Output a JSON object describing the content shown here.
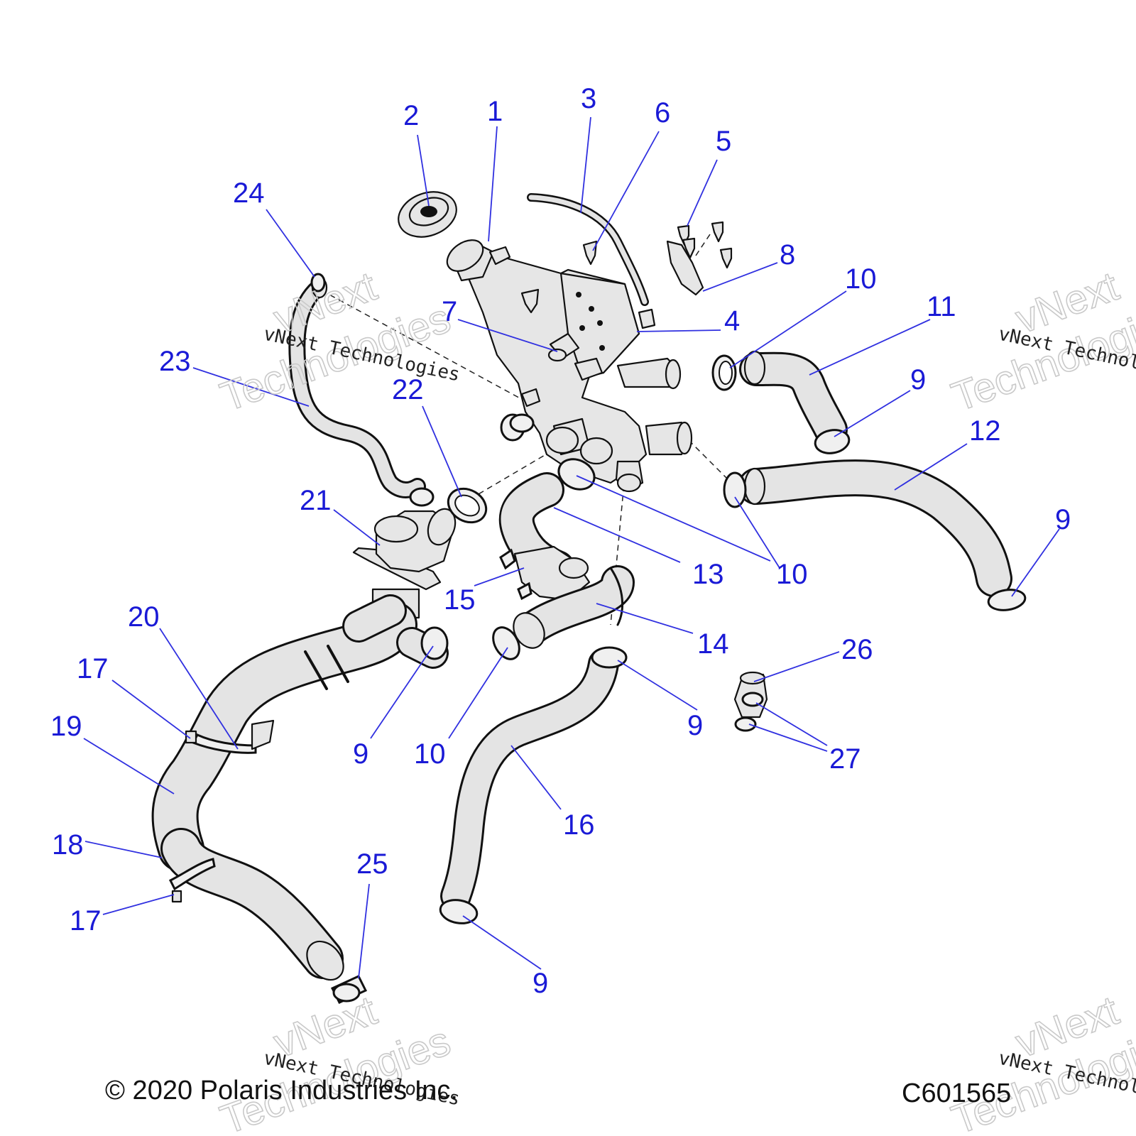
{
  "callouts": {
    "c1": "1",
    "c2": "2",
    "c3": "3",
    "c4": "4",
    "c5": "5",
    "c6": "6",
    "c7": "7",
    "c8": "8",
    "c9a": "9",
    "c9b": "9",
    "c9c": "9",
    "c9d": "9",
    "c9e": "9",
    "c10a": "10",
    "c10b": "10",
    "c10c": "10",
    "c11": "11",
    "c12": "12",
    "c13": "13",
    "c14": "14",
    "c15": "15",
    "c16": "16",
    "c17a": "17",
    "c17b": "17",
    "c18": "18",
    "c19": "19",
    "c20": "20",
    "c21": "21",
    "c22": "22",
    "c23": "23",
    "c24": "24",
    "c25": "25",
    "c26": "26",
    "c27": "27"
  },
  "watermark": {
    "line1": "vNext Technologies",
    "line2a": "vNext",
    "line2b": "Technologies"
  },
  "footer": {
    "copyright": "© 2020 Polaris Industries Inc.",
    "code": "C601565"
  },
  "colors": {
    "callout": "#1a1ad6",
    "part_fill": "#e6e6e6",
    "outline": "#111111"
  }
}
